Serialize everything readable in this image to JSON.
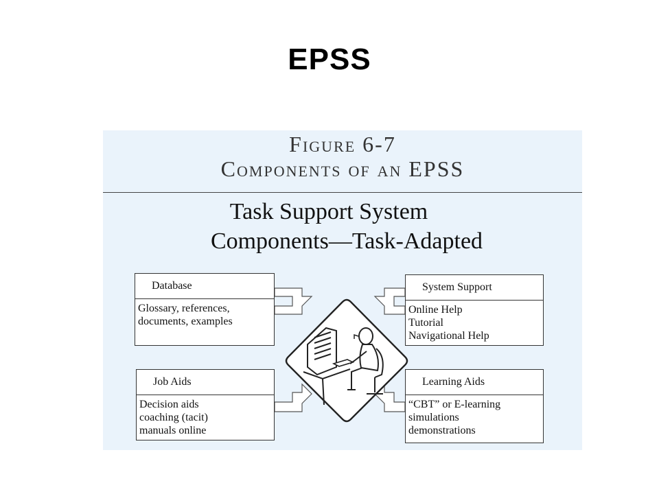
{
  "slide": {
    "title": "EPSS"
  },
  "figure": {
    "label": "Figure 6-7",
    "caption": "Components of an EPSS",
    "heading_line1": "Task Support System",
    "heading_line2": "Components—Task-Adapted"
  },
  "boxes": {
    "database": {
      "title": "Database",
      "items": [
        "Glossary, references,",
        "documents, examples"
      ]
    },
    "system_support": {
      "title": "System Support",
      "items": [
        "Online Help",
        "Tutorial",
        "Navigational Help"
      ]
    },
    "job_aids": {
      "title": "Job Aids",
      "items": [
        "Decision aids",
        "coaching (tacit)",
        "manuals online"
      ]
    },
    "learning_aids": {
      "title": "Learning Aids",
      "items": [
        "“CBT” or E-learning",
        "simulations",
        "demonstrations"
      ]
    }
  },
  "center": {
    "icon": "user-at-computer-icon"
  }
}
